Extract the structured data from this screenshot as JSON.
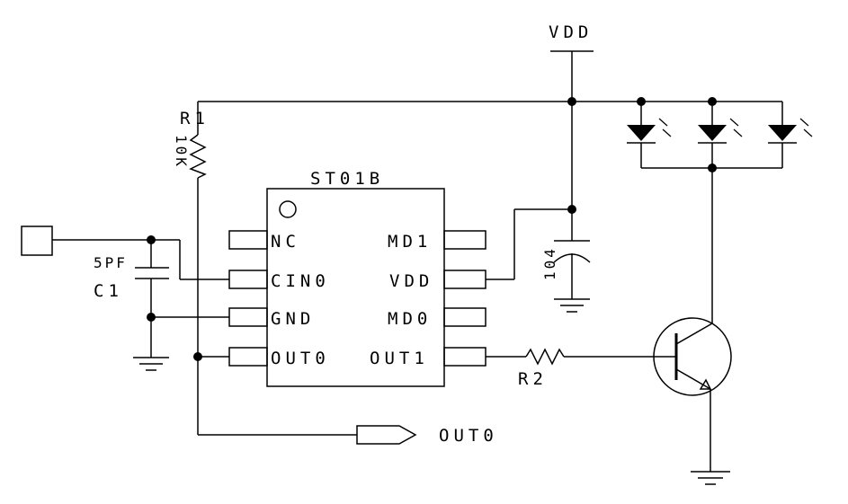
{
  "power": {
    "vdd_label": "VDD"
  },
  "resistor_r1": {
    "ref": "R1",
    "value": "10K"
  },
  "resistor_r2": {
    "ref": "R2"
  },
  "capacitor_c1": {
    "ref": "C1",
    "value": "5PF"
  },
  "capacitor_decoupling": {
    "value": "104"
  },
  "ic": {
    "part": "ST01B",
    "left_pins": [
      "NC",
      "CIN0",
      "GND",
      "OUT0"
    ],
    "right_pins": [
      "MD1",
      "VDD",
      "MD0",
      "OUT1"
    ]
  },
  "output_port": {
    "label": "OUT0"
  }
}
